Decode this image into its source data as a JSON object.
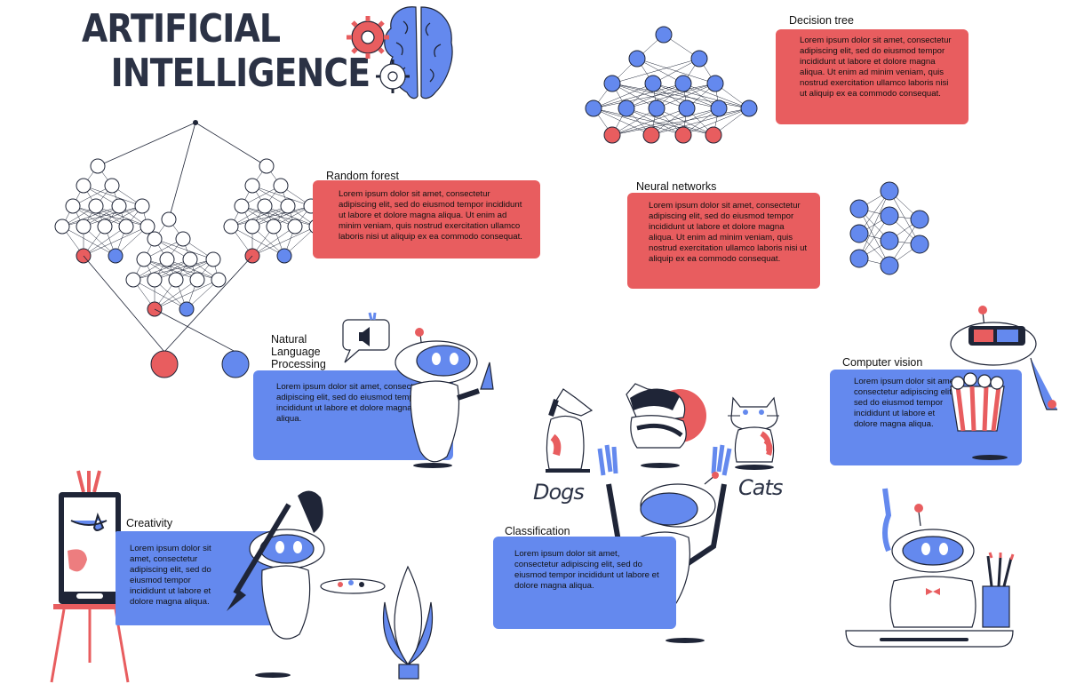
{
  "title": {
    "line1": "ARTIFICIAL",
    "line2": "INTELLIGENCE"
  },
  "sections": {
    "decision_tree": {
      "label": "Decision tree",
      "text": "Lorem ipsum dolor sit amet, consectetur adipiscing elit, sed do eiusmod tempor incididunt ut labore et dolore magna aliqua. Ut enim ad minim veniam, quis nostrud exercitation ullamco laboris nisi ut aliquip ex ea commodo consequat."
    },
    "random_forest": {
      "label": "Random forest",
      "text": "Lorem ipsum dolor sit amet, consectetur adipiscing elit, sed do eiusmod tempor incididunt ut labore et dolore magna aliqua. Ut enim ad minim veniam, quis nostrud exercitation ullamco laboris nisi ut aliquip ex ea commodo consequat."
    },
    "neural_networks": {
      "label": "Neural networks",
      "text": "Lorem ipsum dolor sit amet, consectetur adipiscing elit, sed do eiusmod tempor incididunt ut labore et dolore magna aliqua. Ut enim ad minim veniam, quis nostrud exercitation ullamco laboris nisi ut aliquip ex ea commodo consequat."
    },
    "nlp": {
      "label_line1": "Natural",
      "label_line2": "Language",
      "label_line3": "Processing",
      "text": "Lorem ipsum dolor sit amet, consectetur adipiscing elit, sed do eiusmod tempor incididunt ut labore et dolore magna aliqua."
    },
    "computer_vision": {
      "label": "Computer vision",
      "text": "Lorem ipsum dolor sit amet, consectetur adipiscing elit, sed do eiusmod tempor incididunt ut labore et dolore magna aliqua."
    },
    "creativity": {
      "label": "Creativity",
      "text": "Lorem ipsum dolor sit amet, consectetur adipiscing elit, sed do eiusmod tempor incididunt ut labore et dolore magna aliqua."
    },
    "classification": {
      "label": "Classification",
      "text": "Lorem ipsum dolor sit amet, consectetur adipiscing elit, sed do eiusmod tempor incididunt ut labore et dolore magna aliqua.",
      "dogs": "Dogs",
      "cats": "Cats"
    }
  },
  "colors": {
    "red": "#e85d5f",
    "blue": "#6489ee",
    "ink": "#2b3245"
  },
  "icons": [
    "brain-icon",
    "gear-icon",
    "robot-icon",
    "easel-icon",
    "dog-icon",
    "cat-icon",
    "popcorn-icon",
    "pencil-cup-icon",
    "speech-bubble-icon"
  ]
}
